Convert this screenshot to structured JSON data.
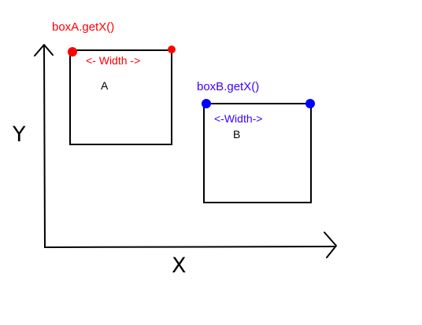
{
  "colors": {
    "box_a_accent": "#ff0000",
    "box_b_accent": "#0000ff",
    "box_b_text": "#3a00ff",
    "stroke": "#000000",
    "background": "#ffffff"
  },
  "axes": {
    "x_label": "X",
    "y_label": "Y"
  },
  "box_a": {
    "getx_label": "boxA.getX()",
    "width_label": "<- Width ->",
    "name": "A"
  },
  "box_b": {
    "getx_label": "boxB.getX()",
    "width_label": "<-Width->",
    "name": "B"
  }
}
